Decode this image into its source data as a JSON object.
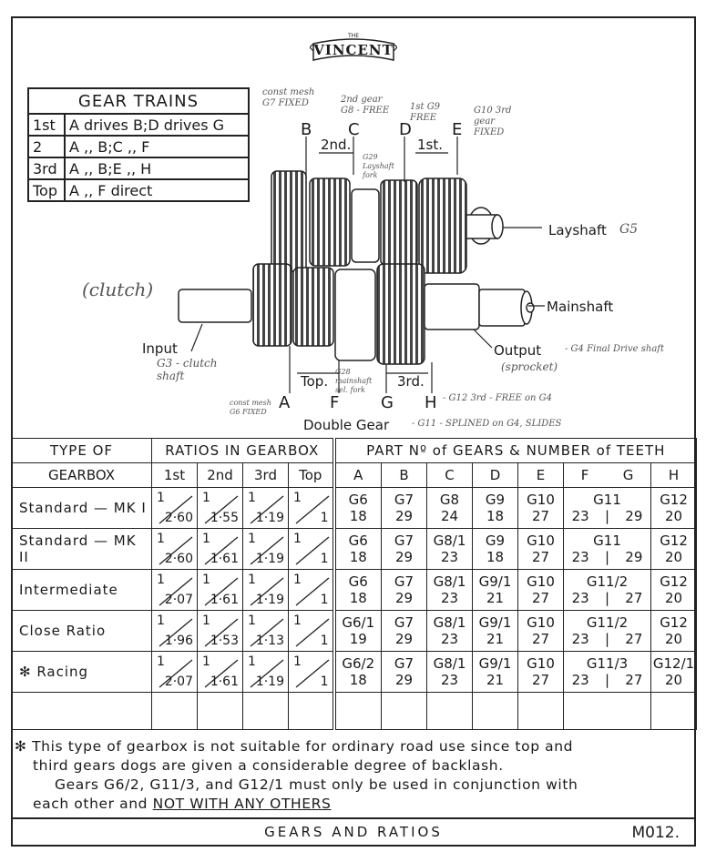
{
  "logo": {
    "small": "THE",
    "name": "VINCENT"
  },
  "gear_trains": {
    "title": "GEAR TRAINS",
    "rows": [
      {
        "gear": "1st",
        "desc": "A drives B;D drives G"
      },
      {
        "gear": "2",
        "desc": "A   ,,   B;C   ,,   F"
      },
      {
        "gear": "3rd",
        "desc": "A   ,,   B;E   ,,   H"
      },
      {
        "gear": "Top",
        "desc": "A   ,,   F direct"
      }
    ]
  },
  "diagram": {
    "letters": {
      "A": "A",
      "B": "B",
      "C": "C",
      "D": "D",
      "E": "E",
      "F": "F",
      "G": "G",
      "H": "H"
    },
    "arrow_2nd": "2nd.",
    "arrow_1st": "1st.",
    "arrow_top": "Top.",
    "arrow_3rd": "3rd.",
    "layshaft": "Layshaft",
    "mainshaft": "Mainshaft",
    "input": "Input",
    "output": "Output",
    "double_gear": "Double Gear",
    "handwritten": {
      "b": "const mesh G7 FIXED",
      "c": "2nd gear G8 - FREE",
      "d": "1st G9 FREE",
      "e": "G10 3rd gear FIXED",
      "c_low": "G29 Layshaft fork",
      "layshaft": "G5",
      "clutch": "(clutch)",
      "input": "G3 - clutch shaft",
      "output": "- G4 Final Drive shaft",
      "sprocket": "(sprocket)",
      "a": "const mesh G6 FIXED",
      "fg": "G28 mainshaft sel. fork",
      "h": "- G12 3rd - FREE on G4",
      "double": "- G11 - SPLINED on G4, SLIDES"
    }
  },
  "table": {
    "type_header": [
      "TYPE OF",
      "GEARBOX"
    ],
    "ratios_header": "RATIOS IN GEARBOX",
    "parts_header": "PART Nº of GEARS & NUMBER of TEETH",
    "ratio_cols": [
      "1st",
      "2nd",
      "3rd",
      "Top"
    ],
    "part_cols": [
      "A",
      "B",
      "C",
      "D",
      "E",
      "F",
      "G",
      "H"
    ],
    "rows": [
      {
        "type": "Standard — MK I",
        "ratios": [
          "2·60",
          "1·55",
          "1·19",
          "1"
        ],
        "parts": [
          [
            "G6",
            "18"
          ],
          [
            "G7",
            "29"
          ],
          [
            "G8",
            "24"
          ],
          [
            "G9",
            "18"
          ],
          [
            "G10",
            "27"
          ]
        ],
        "fg_part": "G11",
        "f_teeth": "23",
        "g_teeth": "29",
        "h": [
          "G12",
          "20"
        ]
      },
      {
        "type": "Standard — MK II",
        "ratios": [
          "2·60",
          "1·61",
          "1·19",
          "1"
        ],
        "parts": [
          [
            "G6",
            "18"
          ],
          [
            "G7",
            "29"
          ],
          [
            "G8/1",
            "23"
          ],
          [
            "G9",
            "18"
          ],
          [
            "G10",
            "27"
          ]
        ],
        "fg_part": "G11",
        "f_teeth": "23",
        "g_teeth": "29",
        "h": [
          "G12",
          "20"
        ]
      },
      {
        "type": "Intermediate",
        "ratios": [
          "2·07",
          "1·61",
          "1·19",
          "1"
        ],
        "parts": [
          [
            "G6",
            "18"
          ],
          [
            "G7",
            "29"
          ],
          [
            "G8/1",
            "23"
          ],
          [
            "G9/1",
            "21"
          ],
          [
            "G10",
            "27"
          ]
        ],
        "fg_part": "G11/2",
        "f_teeth": "23",
        "g_teeth": "27",
        "h": [
          "G12",
          "20"
        ]
      },
      {
        "type": "Close Ratio",
        "ratios": [
          "1·96",
          "1·53",
          "1·13",
          "1"
        ],
        "parts": [
          [
            "G6/1",
            "19"
          ],
          [
            "G7",
            "29"
          ],
          [
            "G8/1",
            "23"
          ],
          [
            "G9/1",
            "21"
          ],
          [
            "G10",
            "27"
          ]
        ],
        "fg_part": "G11/2",
        "f_teeth": "23",
        "g_teeth": "27",
        "h": [
          "G12",
          "20"
        ]
      },
      {
        "type": "✻ Racing",
        "ratios": [
          "2·07",
          "1·61",
          "1·19",
          "1"
        ],
        "parts": [
          [
            "G6/2",
            "18"
          ],
          [
            "G7",
            "29"
          ],
          [
            "G8/1",
            "23"
          ],
          [
            "G9/1",
            "21"
          ],
          [
            "G10",
            "27"
          ]
        ],
        "fg_part": "G11/3",
        "f_teeth": "23",
        "g_teeth": "27",
        "h": [
          "G12/1",
          "20"
        ]
      }
    ],
    "ratio_numerator": "1"
  },
  "note": {
    "line1": "✻ This type of gearbox is not suitable for ordinary road use since top and",
    "line2": "third gears dogs are given a considerable degree of backlash.",
    "line3": "Gears G6/2, G11/3, and G12/1 must only be used in conjunction with",
    "line4_pre": "each other and ",
    "line4_u": "NOT WITH ANY OTHERS"
  },
  "footer": {
    "title": "GEARS AND RATIOS",
    "code": "M012."
  }
}
